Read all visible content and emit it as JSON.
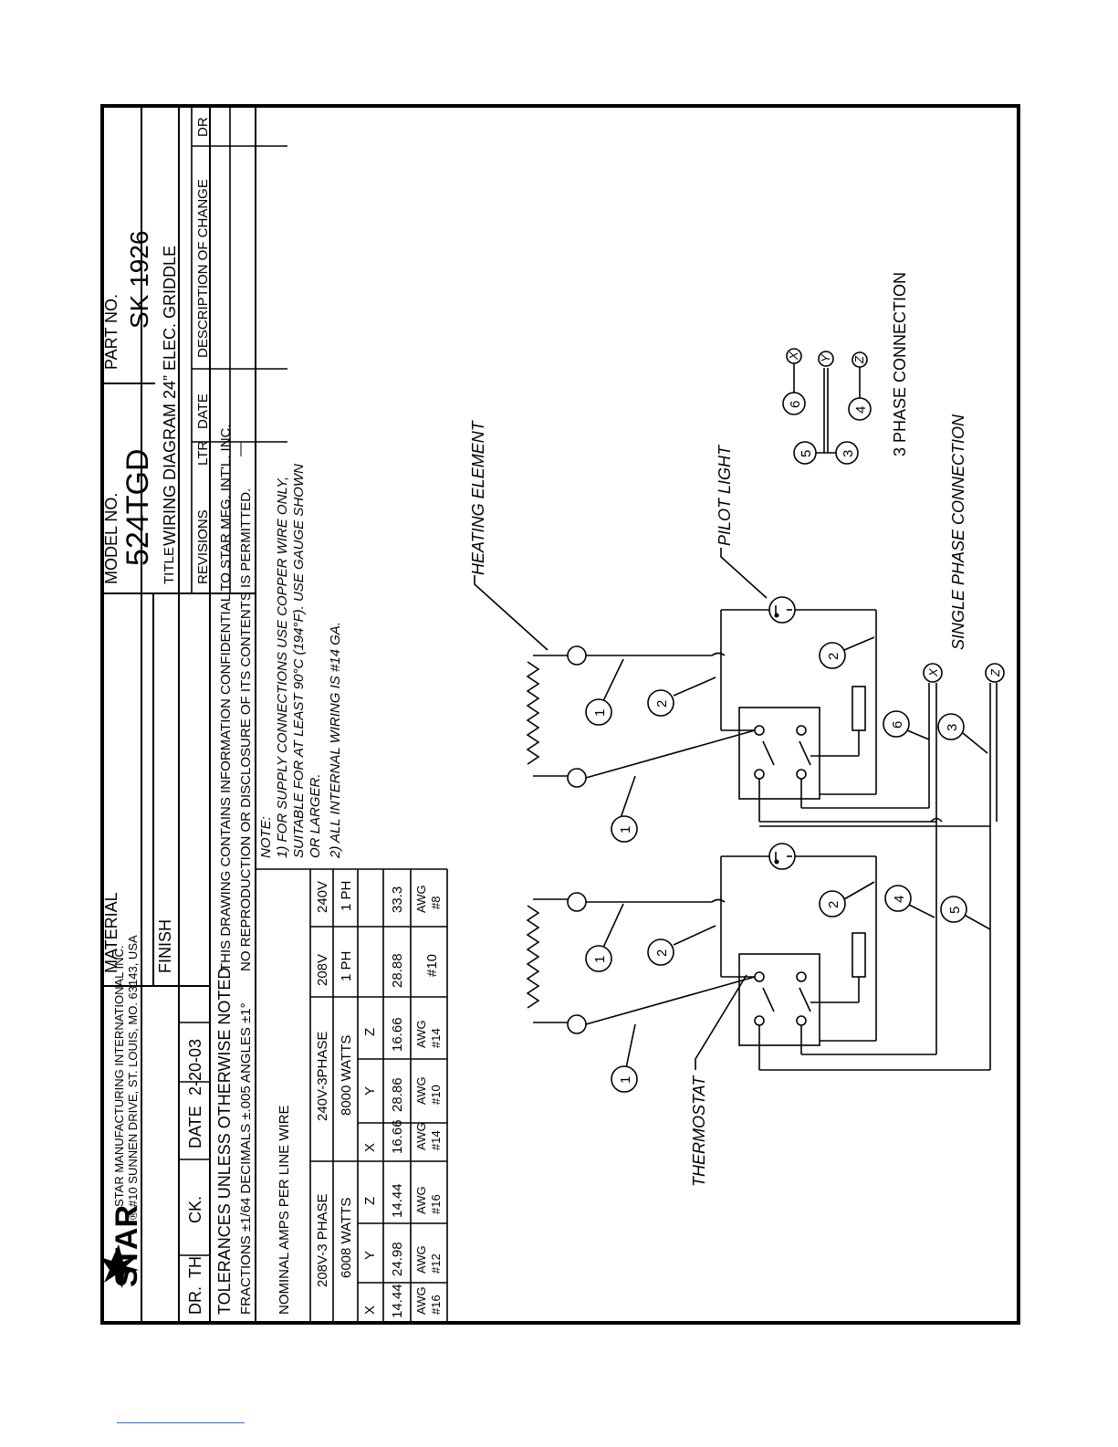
{
  "company": {
    "name": "STAR MANUFACTURING INTERNATIONAL INC.",
    "address": "#10 SUNNEN DRIVE, ST. LOUIS, MO. 63143, USA",
    "logo_text": "STAR",
    "registered_mark": "®"
  },
  "title_block": {
    "material_label": "MATERIAL",
    "finish_label": "FINISH",
    "model_label": "MODEL NO.",
    "model_value": "524TGD",
    "part_label": "PART NO.",
    "part_value": "SK 1926",
    "title_label": "TITLE",
    "title_value": "WIRING DIAGRAM 24” ELEC. GRIDDLE",
    "dr_label": "DR.",
    "dr_value": "TH",
    "ck_label": "CK.",
    "date_label": "DATE",
    "date_value": "2-20-03",
    "tolerances_line1": "TOLERANCES UNLESS OTHERWISE NOTED",
    "tolerances_line2": "FRACTIONS ±1/64   DECIMALS ±.005   ANGLES ±1°",
    "confidential_line1": "THIS DRAWING CONTAINS INFORMATION CONFIDENTIAL TO STAR MFG. INT'L. INC.",
    "confidential_line2": "NO REPRODUCTION OR DISCLOSURE OF ITS CONTENTS IS PERMITTED."
  },
  "revisions": {
    "label": "REVISIONS",
    "col_ltr": "LTR",
    "col_date": "DATE",
    "col_desc": "DESCRIPTION OF CHANGE",
    "col_dr": "DR",
    "first_ltr": "—"
  },
  "amps_table": {
    "heading": "NOMINAL AMPS PER LINE WIRE",
    "groups": [
      {
        "voltage": "208V-3 PHASE",
        "watts": "6008 WATTS",
        "cols": [
          "X",
          "Y",
          "Z"
        ],
        "amps": [
          "14.44",
          "24.98",
          "14.44"
        ],
        "gauge": [
          [
            "AWG",
            "#16"
          ],
          [
            "AWG",
            "#12"
          ],
          [
            "AWG",
            "#16"
          ]
        ]
      },
      {
        "voltage": "240V-3PHASE",
        "watts": "8000 WATTS",
        "cols": [
          "X",
          "Y",
          "Z"
        ],
        "amps": [
          "16.66",
          "28.86",
          "16.66"
        ],
        "gauge": [
          [
            "AWG",
            "#14"
          ],
          [
            "AWG",
            "#10"
          ],
          [
            "AWG",
            "#14"
          ]
        ]
      },
      {
        "voltage": "208V",
        "watts": "1 PH",
        "cols": [],
        "amps": [
          "28.88"
        ],
        "gauge": [
          [
            "",
            "#10"
          ]
        ]
      },
      {
        "voltage": "240V",
        "watts": "1 PH",
        "cols": [],
        "amps": [
          "33.3"
        ],
        "gauge": [
          [
            "AWG",
            "#8"
          ]
        ]
      }
    ]
  },
  "notes": {
    "label": "NOTE:",
    "lines": [
      "1)  FOR SUPPLY CONNECTIONS USE COPPER WIRE ONLY,",
      "SUITABLE FOR AT LEAST 90°C (194°F).  USE GAUGE SHOWN",
      "OR LARGER.",
      "2)  ALL INTERNAL WIRING IS #14 GA."
    ]
  },
  "diagram": {
    "heating_element_label": "HEATING ELEMENT",
    "pilot_light_label": "PILOT LIGHT",
    "thermostat_label": "THERMOSTAT",
    "single_phase_label": "SINGLE PHASE CONNECTION",
    "three_phase_label": "3 PHASE CONNECTION",
    "wire_numbers": [
      "1",
      "2",
      "3",
      "4",
      "5",
      "6"
    ],
    "terminals": [
      "X",
      "Y",
      "Z"
    ]
  }
}
